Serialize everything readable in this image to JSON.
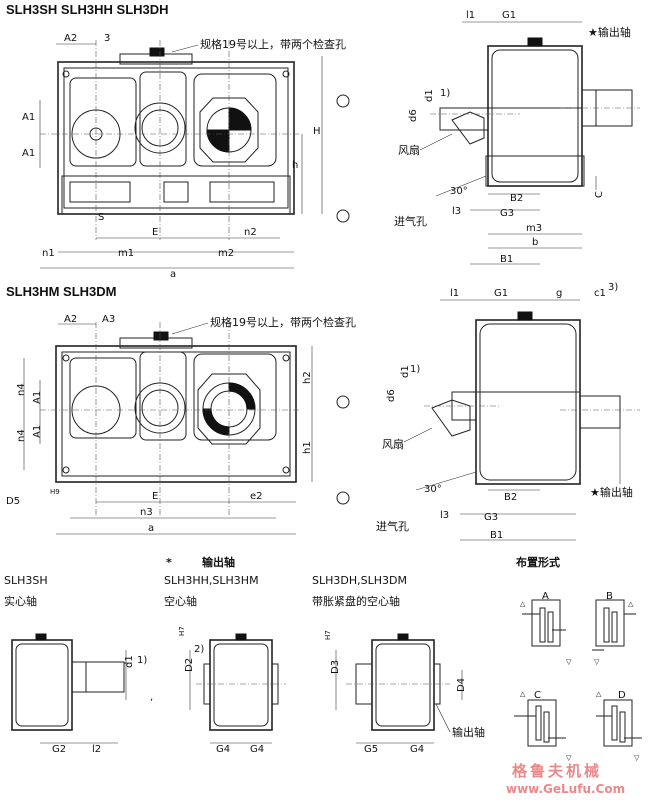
{
  "titles": {
    "top": "SLH3SH  SLH3HH  SLH3DH",
    "mid": "SLH3HM  SLH3DM"
  },
  "notes": {
    "inspection_top": "规格19号以上，带两个检查孔",
    "inspection_mid": "规格19号以上，带两个检查孔",
    "output_shaft_top": "★输出轴",
    "output_shaft_mid": "★输出轴",
    "fan_top": "风扇",
    "fan_mid": "风扇",
    "air_inlet_top": "进气孔",
    "air_inlet_mid": "进气孔",
    "angle": "30°"
  },
  "dims_top_front": {
    "A2": "A2",
    "three": "3",
    "A1a": "A1",
    "A1b": "A1",
    "H": "H",
    "h": "h",
    "S": "S",
    "E": "E",
    "n1": "n1",
    "n2": "n2",
    "m1": "m1",
    "m2": "m2",
    "a": "a"
  },
  "dims_top_side": {
    "l1": "l1",
    "G1": "G1",
    "d1": "d1",
    "d1sup": "1)",
    "d6": "d6",
    "B2": "B2",
    "G3": "G3",
    "l3": "l3",
    "C": "C",
    "m3": "m3",
    "b": "b",
    "B1": "B1"
  },
  "dims_mid_front": {
    "A2": "A2",
    "A3": "A3",
    "n4a": "n4",
    "n4b": "n4",
    "A1a": "A1",
    "A1b": "A1",
    "h2": "h2",
    "h1": "h1",
    "D5": "D5",
    "H9": "H9",
    "E": "E",
    "e2": "e2",
    "n3": "n3",
    "a": "a"
  },
  "dims_mid_side": {
    "l1": "l1",
    "G1": "G1",
    "g": "g",
    "c1": "c1",
    "c1sup": "3)",
    "d1": "d1",
    "d1sup": "1)",
    "d6": "d6",
    "B2": "B2",
    "G3": "G3",
    "l3": "l3",
    "B1": "B1"
  },
  "bottom": {
    "star": "*",
    "output_header": "输出轴",
    "v1_model": "SLH3SH",
    "v1_type": "实心轴",
    "v2_model": "SLH3HH,SLH3HM",
    "v2_type": "空心轴",
    "v3_model": "SLH3DH,SLH3DM",
    "v3_type": "带胀紧盘的空心轴",
    "v1_d1": "d1",
    "v1_d1sup": "1)",
    "v1_G2": "G2",
    "v1_l2": "l2",
    "v2_D2": "D2",
    "v2_H7": "H7",
    "v2_sup": "2)",
    "v2_G4a": "G4",
    "v2_G4b": "G4",
    "v3_D3": "D3",
    "v3_H7": "H7",
    "v3_D4": "D4",
    "v3_G5": "G5",
    "v3_G4": "G4",
    "v3_output": "输出轴"
  },
  "arrangement": {
    "title": "布置形式",
    "labels": [
      "A",
      "B",
      "C",
      "D"
    ]
  },
  "watermark": {
    "cn": "格鲁夫机械",
    "url": "www.GeLufu.Com"
  }
}
